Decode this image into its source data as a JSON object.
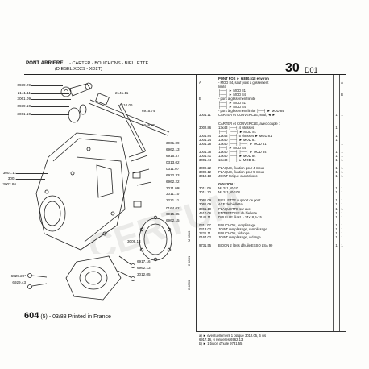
{
  "header": {
    "title": "PONT ARRIERE",
    "subtitle_line1": "- CARTER - BOUCHONS - BIELLETTE",
    "subtitle_line2": "(DIESEL XD2S - XD2T)",
    "page_number": "30",
    "section_code": "D01"
  },
  "footer": {
    "catalog_number": "604",
    "suffix": "(5) - 03/88 Printed in France"
  },
  "watermark": {
    "text": "CERTUM",
    "color": "#8a8a8a"
  },
  "callouts_left": [
    {
      "ref": "6939.29"
    },
    {
      "ref": "2141.11"
    },
    {
      "ref": "3061.09"
    },
    {
      "ref": "6939.10"
    },
    {
      "ref": "3061.10"
    },
    {
      "ref": "3001.11"
    },
    {
      "ref": "3001"
    },
    {
      "ref": "3002.86"
    },
    {
      "ref": "6929.20*"
    },
    {
      "ref": "6929.43"
    }
  ],
  "callouts_right": [
    {
      "ref": "2141.11"
    },
    {
      "ref": "4510.06"
    },
    {
      "ref": "6915.74"
    },
    {
      "ref": "6946.85"
    },
    {
      "ref": "3061.09"
    },
    {
      "ref": "6962.13"
    },
    {
      "ref": "6915.37"
    },
    {
      "ref": "0313.02"
    },
    {
      "ref": "0311.07"
    },
    {
      "ref": "6932.33"
    },
    {
      "ref": "6962.22"
    },
    {
      "ref": "3011.09*"
    },
    {
      "ref": "3011.10"
    },
    {
      "ref": "2221.11"
    },
    {
      "ref": "0164.02"
    },
    {
      "ref": "6915.85"
    },
    {
      "ref": "6962.15"
    },
    {
      "ref": "3009.13"
    },
    {
      "ref": "6917.16"
    },
    {
      "ref": "6962.13"
    },
    {
      "ref": "3012.05"
    }
  ],
  "list_rows": [
    {
      "ref": "",
      "desc": "PONT FOS  ► 6.880.518 environ",
      "q1": "",
      "q2": "",
      "head": true
    },
    {
      "ref": "A",
      "desc": "- MOD 84, sauf pont à glissement",
      "q1": "",
      "q2": "A"
    },
    {
      "ref": "",
      "desc": "limité",
      "q1": "",
      "q2": ""
    },
    {
      "ref": "",
      "desc": "├──┤ ► MOD 81",
      "q1": "",
      "q2": ""
    },
    {
      "ref": "",
      "desc": "├──┤ ► MOD 84",
      "q1": "",
      "q2": "B"
    },
    {
      "ref": "B",
      "desc": "- pont à glissement limité",
      "q1": "",
      "q2": ""
    },
    {
      "ref": "",
      "desc": "├──┤ ► MOD 81",
      "q1": "",
      "q2": ""
    },
    {
      "ref": "",
      "desc": "├──┤ ► MOD 84",
      "q1": "",
      "q2": ""
    },
    {
      "ref": "",
      "desc": "- pont à glissement limité ├──┤ ► MOD 84",
      "q1": "",
      "q2": ""
    },
    {
      "ref": "3001.11",
      "desc": "CARTER et COUVERCLE, seul, ◄ ►",
      "q1": "1",
      "q2": "1"
    },
    {
      "ref": "",
      "desc": "",
      "q1": "",
      "q2": ""
    },
    {
      "ref": "",
      "desc": "CARTER et COUVERCLE, avec couple :",
      "q1": "",
      "q2": ""
    },
    {
      "ref": "3002.86",
      "desc": "13x43 ├──┤ 4 vitesses",
      "q1": "1",
      "q2": ""
    },
    {
      "ref": "",
      "desc": "├──┤ ├──┤ ► MOD 81",
      "q1": "",
      "q2": ""
    },
    {
      "ref": "3001.84",
      "desc": "12x43 ├──┤ 5 vitesses ► MOD 81",
      "q1": "1",
      "q2": ""
    },
    {
      "ref": "3001.24",
      "desc": "13x40 ├──┤ ► MOD 81",
      "q1": "1",
      "q2": ""
    },
    {
      "ref": "3001.28",
      "desc": "13x40 ├──┤ ├──┤ ► MOD 81",
      "q1": "",
      "q2": "1"
    },
    {
      "ref": "",
      "desc": "├──┤ ► MOD 84",
      "q1": "",
      "q2": ""
    },
    {
      "ref": "3001.38",
      "desc": "12x40 ├──┤ ├──┤ ► MOD 84",
      "q1": "1",
      "q2": "1"
    },
    {
      "ref": "3001.41",
      "desc": "13x40 ├──┤ ► MOD 84",
      "q1": "1",
      "q2": "1"
    },
    {
      "ref": "3001.44",
      "desc": "13x43 ├──┤ ► MOD 84",
      "q1": "1",
      "q2": "1"
    },
    {
      "ref": "",
      "desc": "",
      "q1": "",
      "q2": ""
    },
    {
      "ref": "3009.22",
      "desc": "PLAQUE, fixation pour 4 mous",
      "q1": "1",
      "q2": "1"
    },
    {
      "ref": "3009.12",
      "desc": "PLAQUE, fixation pour 5 mous",
      "q1": "1",
      "q2": "1"
    },
    {
      "ref": "3010.13",
      "desc": "JOINT torique caoutchouc",
      "q1": "1",
      "q2": "1"
    },
    {
      "ref": "",
      "desc": "",
      "q1": "",
      "q2": ""
    },
    {
      "ref": "",
      "desc": "GOUJON :",
      "q1": "",
      "q2": "",
      "head": true
    },
    {
      "ref": "3011.09",
      "desc": "M12x1,50-10",
      "q1": "1",
      "q2": "1"
    },
    {
      "ref": "3011.10",
      "desc": "M12x1,50-108",
      "q1": "1",
      "q2": "1"
    },
    {
      "ref": "",
      "desc": "",
      "q1": "",
      "q2": ""
    },
    {
      "ref": "3061.09",
      "desc": "BIELLETTE support de pont",
      "q1": "1",
      "q2": "1"
    },
    {
      "ref": "3061.09",
      "desc": "AXE de biellette",
      "q1": "1",
      "q2": "1"
    },
    {
      "ref": "3061.10",
      "desc": "PLAQUETTE sur axe",
      "q1": "1",
      "q2": "1"
    },
    {
      "ref": "4510.06",
      "desc": "ENTRETOISE de biellette",
      "q1": "1",
      "q2": "1"
    },
    {
      "ref": "2141.11",
      "desc": "DOUILLE élast. - 14x18,5-15",
      "q1": "1",
      "q2": "1"
    },
    {
      "ref": "",
      "desc": "",
      "q1": "",
      "q2": ""
    },
    {
      "ref": "0311.07",
      "desc": "BOUCHON, remplissage",
      "q1": "1",
      "q2": "1"
    },
    {
      "ref": "0313.02",
      "desc": "JOINT remplissage, remplissage",
      "q1": "1",
      "q2": "1"
    },
    {
      "ref": "2221.11",
      "desc": "BOUCHON, vidange",
      "q1": "1",
      "q2": "1"
    },
    {
      "ref": "0164.02",
      "desc": "JOINT remplissage, vidange",
      "q1": "1",
      "q2": "1"
    },
    {
      "ref": "",
      "desc": "",
      "q1": "",
      "q2": ""
    },
    {
      "ref": "9731.55",
      "desc": "BIDON 2 litres d'huile ESSO LSA 90",
      "q1": "1",
      "q2": "1"
    }
  ],
  "side_codes": [
    "M 4010",
    "2 4031",
    "2 4030"
  ],
  "notes": [
    "a) ► éventuellement 1 plaque 3012.05, 6 vis",
    "    6917.16, 6 rondelles 6962.13.",
    "b) ► 1 bidon d'huile 9731.55"
  ]
}
